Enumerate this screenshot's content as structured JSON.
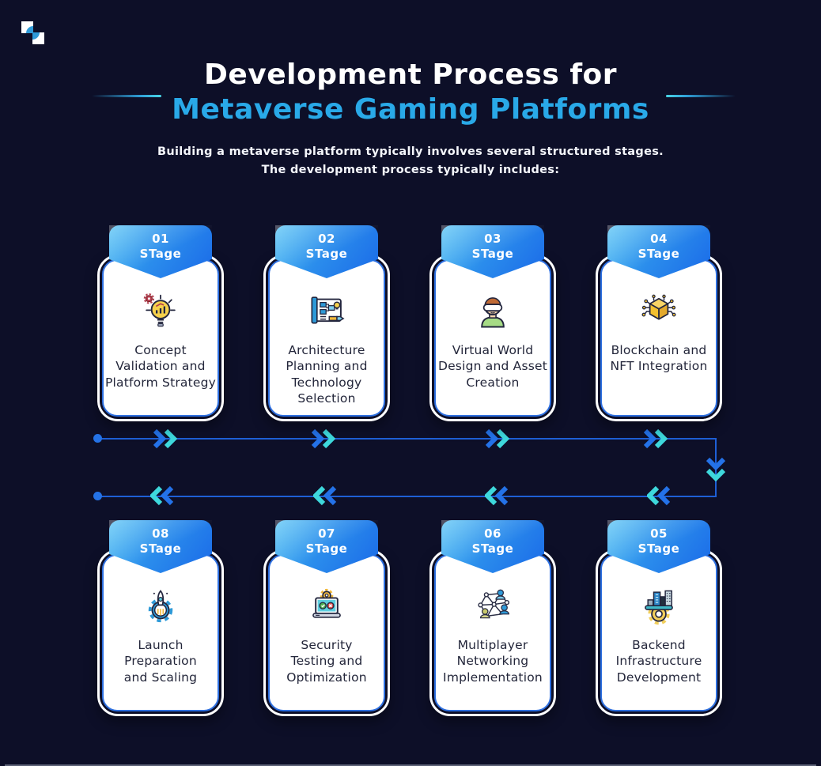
{
  "colors": {
    "background": "#0d0f28",
    "title_accent": "#29a9e8",
    "badge_gradient_start": "#4dc0f4",
    "badge_gradient_end": "#1a6ae8",
    "card_border_blue": "#2d6fe0",
    "connector_line": "#1e5fd6",
    "chevron_blue": "#2472e8",
    "chevron_cyan": "#3ed8dc"
  },
  "header": {
    "title_line1": "Development Process for",
    "title_line2": "Metaverse Gaming Platforms",
    "subtitle_line1": "Building a metaverse platform typically involves several structured stages.",
    "subtitle_line2": "The development process typically includes:"
  },
  "stages": [
    {
      "num": "01",
      "label": "STage",
      "title": "Concept\nValidation and\nPlatform Strategy",
      "icon": "lightbulb-gear-chart-icon"
    },
    {
      "num": "02",
      "label": "STage",
      "title": "Architecture\nPlanning and\nTechnology\nSelection",
      "icon": "blueprint-flowchart-icon"
    },
    {
      "num": "03",
      "label": "STage",
      "title": "Virtual World\nDesign and Asset\nCreation",
      "icon": "vr-avatar-icon"
    },
    {
      "num": "04",
      "label": "STage",
      "title": "Blockchain and\nNFT Integration",
      "icon": "blockchain-cube-icon"
    },
    {
      "num": "05",
      "label": "STage",
      "title": "Backend\nInfrastructure\nDevelopment",
      "icon": "city-gear-icon"
    },
    {
      "num": "06",
      "label": "STage",
      "title": "Multiplayer\nNetworking\nImplementation",
      "icon": "network-people-icon"
    },
    {
      "num": "07",
      "label": "STage",
      "title": "Security\nTesting and\nOptimization",
      "icon": "laptop-security-icon"
    },
    {
      "num": "08",
      "label": "STage",
      "title": "Launch\nPreparation\nand Scaling",
      "icon": "rocket-gear-icon"
    }
  ],
  "flow": {
    "top_row_order": [
      "01",
      "02",
      "03",
      "04"
    ],
    "bottom_row_order": [
      "08",
      "07",
      "06",
      "05"
    ],
    "top_row_direction": "right",
    "bottom_row_direction": "left"
  }
}
